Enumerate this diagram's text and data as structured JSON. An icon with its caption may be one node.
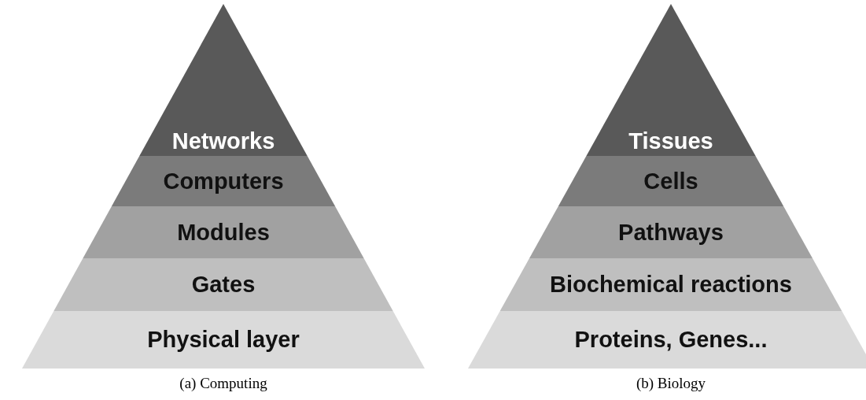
{
  "diagram": {
    "nodes": [
      {
        "text": [
          "Networks"
        ]
      },
      {
        "text": [
          "Computers"
        ]
      },
      {
        "text": [
          "Modules"
        ]
      },
      {
        "text": [
          "Gates"
        ]
      },
      {
        "text": [
          "Physical layer"
        ]
      },
      {
        "text": [
          "Tissues"
        ]
      },
      {
        "text": [
          "Cells"
        ]
      },
      {
        "text": [
          "Pathways"
        ]
      },
      {
        "text": [
          "Biochemical reactions"
        ]
      },
      {
        "text": [
          "Proteins, Genes..."
        ]
      }
    ],
    "labels": [
      "(a) Computing",
      "(b) Biology"
    ]
  }
}
